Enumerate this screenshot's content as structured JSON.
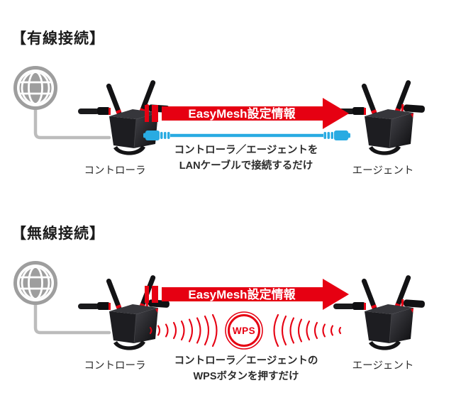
{
  "colors": {
    "accent_red": "#e60012",
    "lan_cable_blue": "#29abe2",
    "globe_gray": "#9e9e9e",
    "wan_cable_gray": "#bcbcbc",
    "text_dark": "#2b2b2b"
  },
  "icons": {
    "globe": "internet-globe-icon",
    "router": "wifi-router-illustration",
    "arrow": "easymesh-transfer-arrow",
    "lan_cable": "lan-cable-icon",
    "waves": "radio-waves-icon",
    "wps": "wps-badge"
  },
  "sections": [
    {
      "heading": "【有線接続】",
      "arrow_label": "EasyMesh設定情報",
      "controller_label": "コントローラ",
      "agent_label": "エージェント",
      "description_line1": "コントローラ／エージェントを",
      "description_line2": "LANケーブルで接続するだけ"
    },
    {
      "heading": "【無線接続】",
      "arrow_label": "EasyMesh設定情報",
      "wps_label": "WPS",
      "controller_label": "コントローラ",
      "agent_label": "エージェント",
      "description_line1": "コントローラ／エージェントの",
      "description_line2": "WPSボタンを押すだけ"
    }
  ]
}
